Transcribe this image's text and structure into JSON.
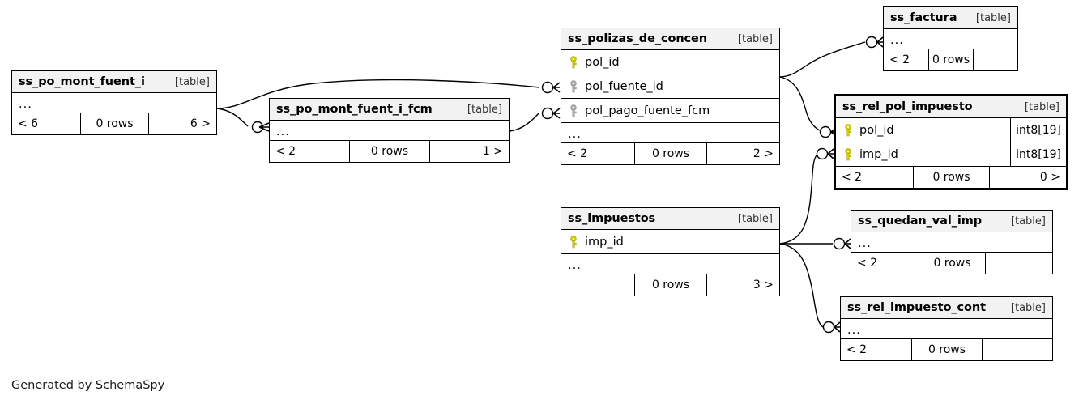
{
  "diagram": {
    "title": "SchemaSpy relationships diagram",
    "credit": "Generated by SchemaSpy",
    "table_tag": "[table]",
    "ellipsis": "...",
    "colors": {
      "primary_key": "#d4d400",
      "foreign_key": "#b3b3b3",
      "header_bg": "#f2f2f2",
      "border": "#000000",
      "background": "#ffffff"
    },
    "tables": [
      {
        "id": "ss_po_mont_fuent_i",
        "name": "ss_po_mont_fuent_i",
        "tag": "[table]",
        "focus": false,
        "columns": [
          {
            "label": "...",
            "key": "none",
            "type": "",
            "ellipsis": true
          }
        ],
        "footer": {
          "parents": "< 6",
          "rows": "0 rows",
          "children": "6 >"
        }
      },
      {
        "id": "ss_po_mont_fuent_i_fcm",
        "name": "ss_po_mont_fuent_i_fcm",
        "tag": "[table]",
        "focus": false,
        "columns": [
          {
            "label": "...",
            "key": "none",
            "type": "",
            "ellipsis": true
          }
        ],
        "footer": {
          "parents": "< 2",
          "rows": "0 rows",
          "children": "1 >"
        }
      },
      {
        "id": "ss_polizas_de_concen",
        "name": "ss_polizas_de_concen",
        "tag": "[table]",
        "focus": false,
        "columns": [
          {
            "label": "pol_id",
            "key": "primary",
            "type": "",
            "ellipsis": false
          },
          {
            "label": "pol_fuente_id",
            "key": "foreign",
            "type": "",
            "ellipsis": false
          },
          {
            "label": "pol_pago_fuente_fcm",
            "key": "foreign",
            "type": "",
            "ellipsis": false
          },
          {
            "label": "...",
            "key": "none",
            "type": "",
            "ellipsis": true
          }
        ],
        "footer": {
          "parents": "< 2",
          "rows": "0 rows",
          "children": "2 >"
        }
      },
      {
        "id": "ss_factura",
        "name": "ss_factura",
        "tag": "[table]",
        "focus": false,
        "columns": [
          {
            "label": "...",
            "key": "none",
            "type": "",
            "ellipsis": true
          }
        ],
        "footer": {
          "parents": "< 2",
          "rows": "0 rows",
          "children": ""
        }
      },
      {
        "id": "ss_rel_pol_impuesto",
        "name": "ss_rel_pol_impuesto",
        "tag": "[table]",
        "focus": true,
        "columns": [
          {
            "label": "pol_id",
            "key": "primary",
            "type": "int8[19]",
            "ellipsis": false
          },
          {
            "label": "imp_id",
            "key": "primary",
            "type": "int8[19]",
            "ellipsis": false
          }
        ],
        "footer": {
          "parents": "< 2",
          "rows": "0 rows",
          "children": "0 >"
        }
      },
      {
        "id": "ss_impuestos",
        "name": "ss_impuestos",
        "tag": "[table]",
        "focus": false,
        "columns": [
          {
            "label": "imp_id",
            "key": "primary",
            "type": "",
            "ellipsis": false
          },
          {
            "label": "...",
            "key": "none",
            "type": "",
            "ellipsis": true
          }
        ],
        "footer": {
          "parents": "",
          "rows": "0 rows",
          "children": "3 >"
        }
      },
      {
        "id": "ss_quedan_val_imp",
        "name": "ss_quedan_val_imp",
        "tag": "[table]",
        "focus": false,
        "columns": [
          {
            "label": "...",
            "key": "none",
            "type": "",
            "ellipsis": true
          }
        ],
        "footer": {
          "parents": "< 2",
          "rows": "0 rows",
          "children": ""
        }
      },
      {
        "id": "ss_rel_impuesto_cont",
        "name": "ss_rel_impuesto_cont",
        "tag": "[table]",
        "focus": false,
        "columns": [
          {
            "label": "...",
            "key": "none",
            "type": "",
            "ellipsis": true
          }
        ],
        "footer": {
          "parents": "< 2",
          "rows": "0 rows",
          "children": ""
        }
      }
    ],
    "relationships": [
      {
        "from": "ss_po_mont_fuent_i",
        "to": "ss_polizas_de_concen",
        "to_column": "pol_fuente_id",
        "cardinality": "zero-or-many"
      },
      {
        "from": "ss_po_mont_fuent_i",
        "to": "ss_po_mont_fuent_i_fcm",
        "to_column": "...",
        "cardinality": "zero-or-many"
      },
      {
        "from": "ss_po_mont_fuent_i_fcm",
        "to": "ss_polizas_de_concen",
        "to_column": "pol_pago_fuente_fcm",
        "cardinality": "zero-or-many"
      },
      {
        "from": "ss_polizas_de_concen",
        "to": "ss_factura",
        "to_column": "...",
        "cardinality": "zero-or-many"
      },
      {
        "from": "ss_polizas_de_concen",
        "to": "ss_rel_pol_impuesto",
        "to_column": "pol_id",
        "cardinality": "zero-or-many"
      },
      {
        "from": "ss_impuestos",
        "to": "ss_rel_pol_impuesto",
        "to_column": "imp_id",
        "cardinality": "zero-or-many"
      },
      {
        "from": "ss_impuestos",
        "to": "ss_quedan_val_imp",
        "to_column": "...",
        "cardinality": "zero-or-many"
      },
      {
        "from": "ss_impuestos",
        "to": "ss_rel_impuesto_cont",
        "to_column": "...",
        "cardinality": "zero-or-many"
      }
    ]
  }
}
